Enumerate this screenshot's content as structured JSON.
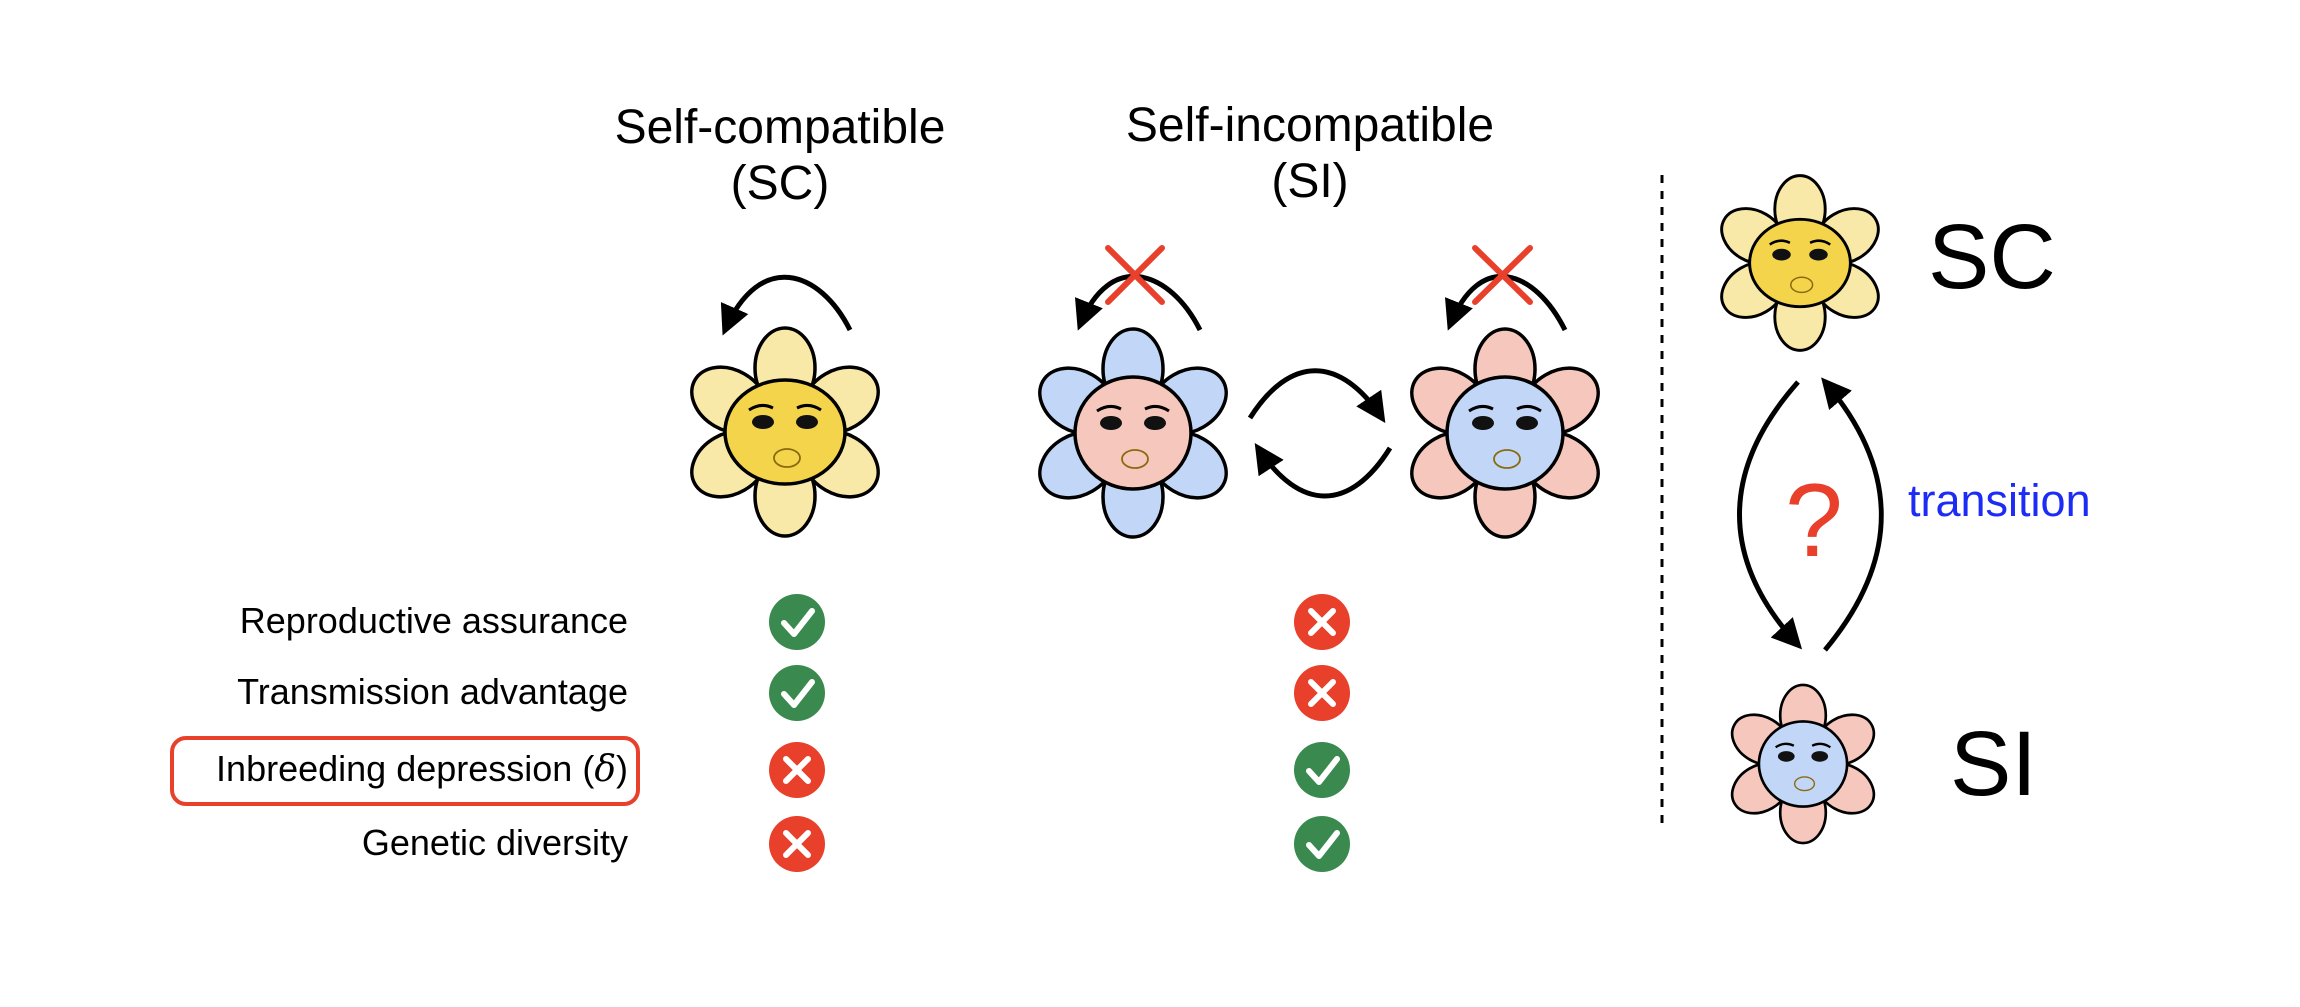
{
  "headers": {
    "sc_line1": "Self-compatible",
    "sc_line2": "(SC)",
    "si_line1": "Self-incompatible",
    "si_line2": "(SI)"
  },
  "traits": [
    {
      "label": "Reproductive assurance",
      "sc": "check",
      "si": "cross"
    },
    {
      "label": "Transmission advantage",
      "sc": "check",
      "si": "cross"
    },
    {
      "label": "Inbreeding depression",
      "label_symbol": "δ",
      "sc": "cross",
      "si": "check",
      "highlighted": true
    },
    {
      "label": "Genetic diversity",
      "sc": "cross",
      "si": "check"
    }
  ],
  "right_panel": {
    "top_label": "SC",
    "bottom_label": "SI",
    "question": "?",
    "transition_label": "transition"
  },
  "colors": {
    "yellow_petal": "#f9e9a8",
    "yellow_center": "#f4d44a",
    "blue_petal": "#c2d7f7",
    "pink_petal": "#f6c7bd",
    "red_accent": "#e8402b",
    "green_check": "#3a8a4f",
    "blue_text": "#1c2cf5"
  }
}
